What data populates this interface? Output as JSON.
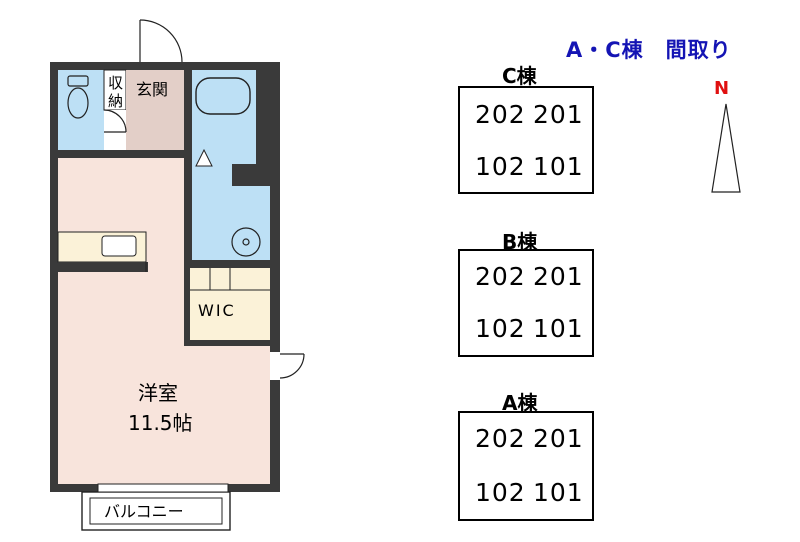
{
  "title": "A・C棟　間取り",
  "compass": {
    "label": "N",
    "color": "#e01010"
  },
  "floorplan": {
    "storage": "収納",
    "entrance": "玄関",
    "wic": "WIC",
    "room_name": "洋室",
    "room_size": "11.5帖",
    "balcony": "バルコニー"
  },
  "buildings": [
    {
      "name": "C棟",
      "units": [
        [
          "202",
          "201"
        ],
        [
          "102",
          "101"
        ]
      ]
    },
    {
      "name": "B棟",
      "units": [
        [
          "202",
          "201"
        ],
        [
          "102",
          "101"
        ]
      ]
    },
    {
      "name": "A棟",
      "units": [
        [
          "202",
          "201"
        ],
        [
          "102",
          "101"
        ]
      ]
    }
  ],
  "colors": {
    "wall": "#3a3a3a",
    "water": "#bde0f5",
    "entrance": "#e3cfc8",
    "room": "#f8e4dc",
    "closet": "#fbf2d8"
  }
}
